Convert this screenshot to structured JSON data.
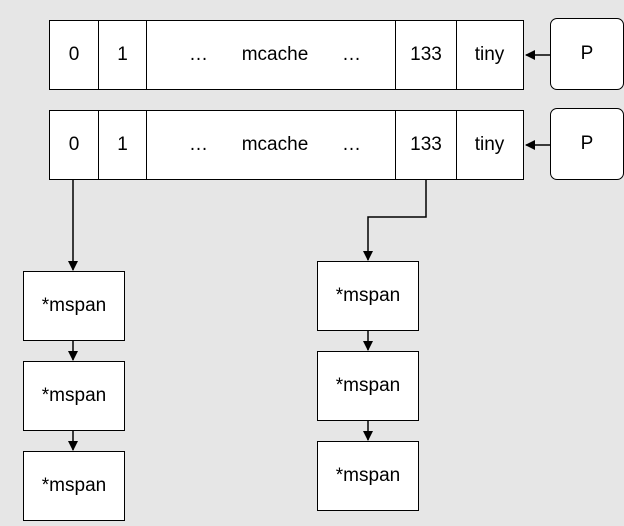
{
  "mcache_rows": [
    {
      "cells": [
        "0",
        "1",
        "…",
        "mcache",
        "…",
        "133",
        "tiny"
      ],
      "owner": "P"
    },
    {
      "cells": [
        "0",
        "1",
        "…",
        "mcache",
        "…",
        "133",
        "tiny"
      ],
      "owner": "P"
    }
  ],
  "span_lists": {
    "from_class_0": [
      "*mspan",
      "*mspan",
      "*mspan"
    ],
    "from_class_133": [
      "*mspan",
      "*mspan",
      "*mspan"
    ]
  }
}
